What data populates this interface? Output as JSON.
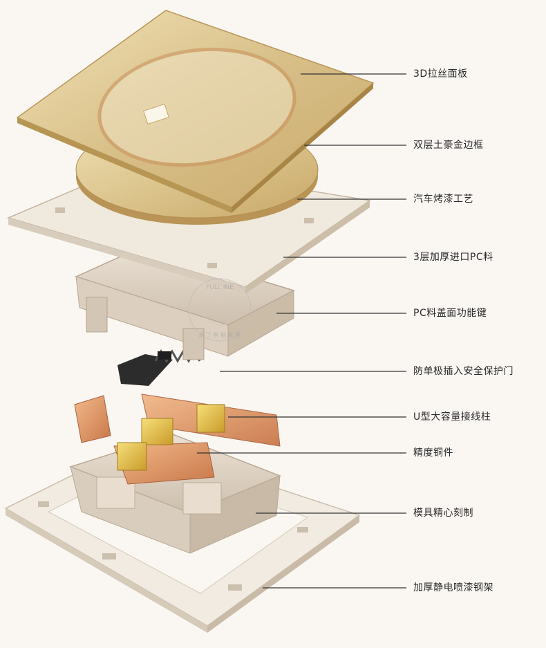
{
  "labels": [
    {
      "id": "panel",
      "text": "3D拉丝面板"
    },
    {
      "id": "frame",
      "text": "双层土豪金边框"
    },
    {
      "id": "paint",
      "text": "汽车烤漆工艺"
    },
    {
      "id": "pc3",
      "text": "3层加厚进口PC料"
    },
    {
      "id": "cover",
      "text": "PC料盖面功能键"
    },
    {
      "id": "door",
      "text": "防单极插入安全保护门"
    },
    {
      "id": "post",
      "text": "U型大容量接线柱"
    },
    {
      "id": "copper",
      "text": "精度铜件"
    },
    {
      "id": "mold",
      "text": "模具精心刻制"
    },
    {
      "id": "steel",
      "text": "加厚静电喷漆钢架"
    }
  ],
  "colors": {
    "gold": "#d9c08a",
    "copper": "#d9935c",
    "brass": "#e2c24d",
    "plastic": "#ddd0c0",
    "leader": "#333333"
  },
  "watermark": {
    "ring_top": "FULL INE",
    "ring_bottom": "乐 丁 智 能 家 居"
  }
}
